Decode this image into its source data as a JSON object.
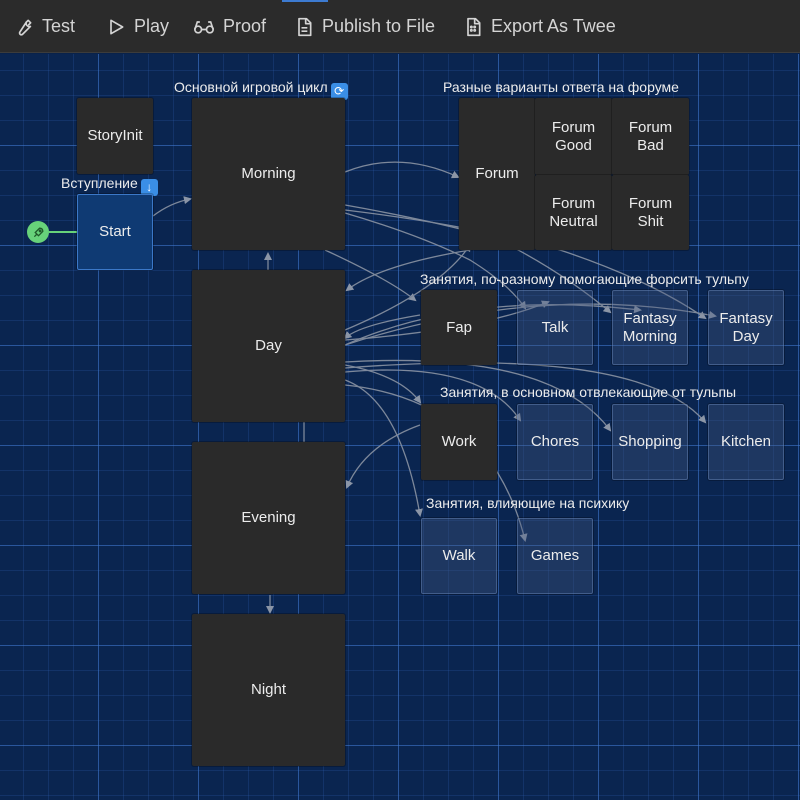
{
  "toolbar": {
    "test_label": "Test",
    "play_label": "Play",
    "proof_label": "Proof",
    "publish_label": "Publish to File",
    "export_label": "Export As Twee"
  },
  "tags": {
    "main_loop": "Основной игровой цикл",
    "intro": "Вступление",
    "forum_variants": "Разные варианты ответа на форуме",
    "helping": "Занятия, по-разному помогающие форсить тульпу",
    "distracting": "Занятия, в основном отвлекающие от тульпы",
    "psyche": "Занятия, влияющие на психику"
  },
  "passages": {
    "storyinit": "StoryInit",
    "start": "Start",
    "morning": "Morning",
    "day": "Day",
    "evening": "Evening",
    "night": "Night",
    "forum": "Forum",
    "forum_good": "Forum\nGood",
    "forum_bad": "Forum\nBad",
    "forum_neutral": "Forum\nNeutral",
    "forum_shit": "Forum\nShit",
    "fap": "Fap",
    "talk": "Talk",
    "fantasy_morning": "Fantasy\nMorning",
    "fantasy_day": "Fantasy\nDay",
    "work": "Work",
    "chores": "Chores",
    "shopping": "Shopping",
    "kitchen": "Kitchen",
    "walk": "Walk",
    "games": "Games"
  },
  "icons": {
    "test": "wrench-icon",
    "play": "play-icon",
    "proof": "glasses-icon",
    "publish": "file-icon",
    "export": "file-code-icon",
    "start": "rocket-icon",
    "main_loop_emoji": "cycle-emoji-icon",
    "intro_emoji": "down-arrow-emoji-icon"
  },
  "colors": {
    "toolbar_bg": "#2b2b2b",
    "canvas_bg": "#0a2550",
    "passage_bg": "#2a2a2a",
    "start_accent": "#67d27a",
    "selected": "#0f3a73"
  }
}
